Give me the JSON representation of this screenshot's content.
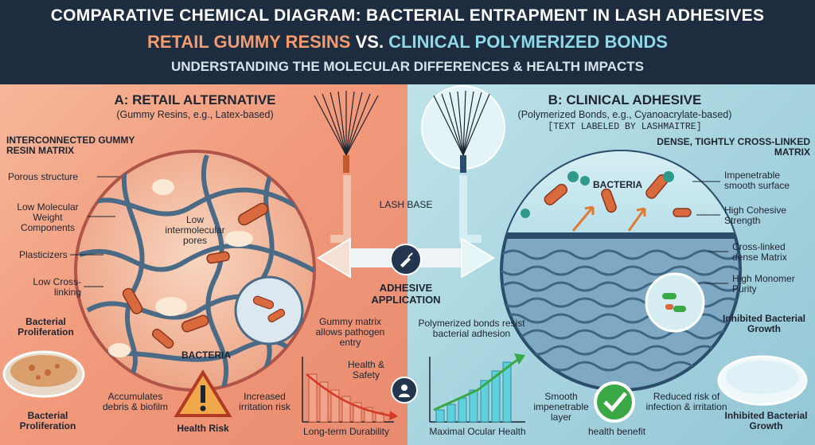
{
  "header": {
    "title": "COMPARATIVE CHEMICAL DIAGRAM: BACTERIAL ENTRAPMENT IN LASH ADHESIVES",
    "subtitle_retail": "RETAIL GUMMY RESINS",
    "subtitle_vs": " VS. ",
    "subtitle_clinical": "CLINICAL POLYMERIZED BONDS",
    "tagline": "UNDERSTANDING THE MOLECULAR DIFFERENCES & HEALTH IMPACTS"
  },
  "panel_a": {
    "title": "A: RETAIL ALTERNATIVE",
    "subtitle": "(Gummy Resins, e.g., Latex-based)",
    "matrix_label": "INTERCONNECTED GUMMY RESIN MATRIX",
    "labels": {
      "porous": "Porous structure",
      "lmw": "Low Molecular Weight Components",
      "plasticizers": "Plasticizers",
      "low_cross": "Low Cross-linking",
      "prolif_top": "Bacterial Proliferation",
      "prolif_bottom": "Bacterial Proliferation",
      "pores": "Low intermolecular pores",
      "bacteria": "BACTERIA",
      "pathogen": "Gummy matrix allows pathogen entry",
      "health_safety": "Health & Safety",
      "debris": "Accumulates debris & biofilm",
      "health_risk": "Health Risk",
      "irritation": "Increased irritation risk",
      "durability": "Long-term Durability"
    }
  },
  "panel_b": {
    "title": "B: CLINICAL ADHESIVE",
    "subtitle": "(Polymerized Bonds, e.g., Cyanoacrylate-based)",
    "subtitle2": "[TEXT LABELED BY LASHMAITRE]",
    "matrix_label": "DENSE, TIGHTLY CROSS-LINKED MATRIX",
    "labels": {
      "bacteria": "BACTERIA",
      "impenetrable": "Impenetrable smooth surface",
      "cohesive": "High Cohesive Strength",
      "crosslinked": "Cross-linked dense Matrix",
      "purity": "High Monomer Purity",
      "inhibited_top": "Inhibited Bacterial Growth",
      "inhibited_bottom": "Inhibited Bacterial Growth",
      "resist": "Polymerized bonds resist bacterial adhesion",
      "smooth": "Smooth impenetrable layer",
      "benefit": "health benefit",
      "reduced": "Reduced risk of infection & irritation",
      "ocular": "Maximal Ocular Health"
    }
  },
  "center": {
    "lash_base": "LASH BASE",
    "adhesive_app": "ADHESIVE APPLICATION"
  },
  "colors": {
    "header_bg": "#1d2d3f",
    "retail_accent": "#f39a6e",
    "clinical_accent": "#8ed8e8",
    "bacteria": "#d96a3e",
    "health_green": "#3aa845"
  }
}
